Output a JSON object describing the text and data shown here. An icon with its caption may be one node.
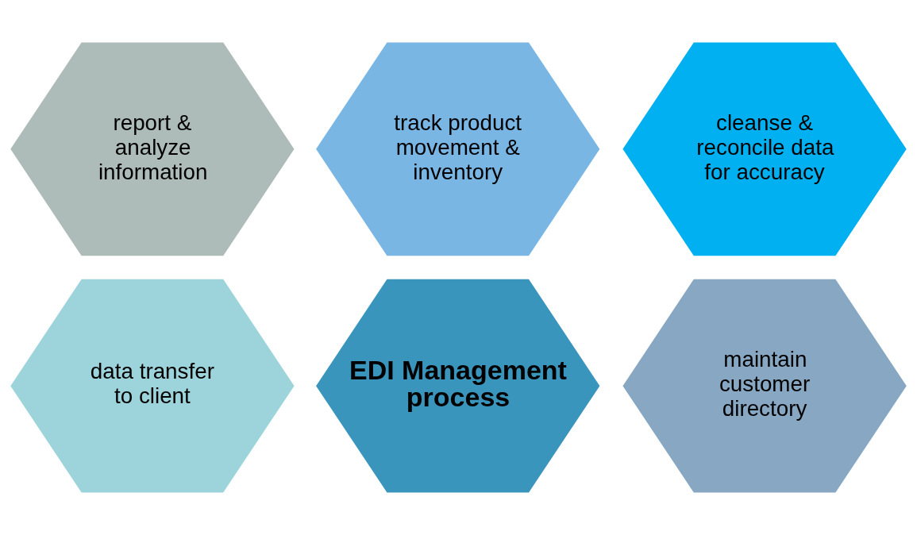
{
  "diagram": {
    "nodes": [
      {
        "text": [
          "track product movement & inventory"
        ]
      },
      {
        "text": [
          "report & analyze information"
        ]
      },
      {
        "text": [
          "EDI Management process"
        ]
      },
      {
        "text": [
          "cleanse & reconcile data for accuracy"
        ]
      },
      {
        "text": [
          "data transfer to client"
        ]
      },
      {
        "text": [
          "maintain customer directory"
        ]
      }
    ],
    "edges": []
  }
}
